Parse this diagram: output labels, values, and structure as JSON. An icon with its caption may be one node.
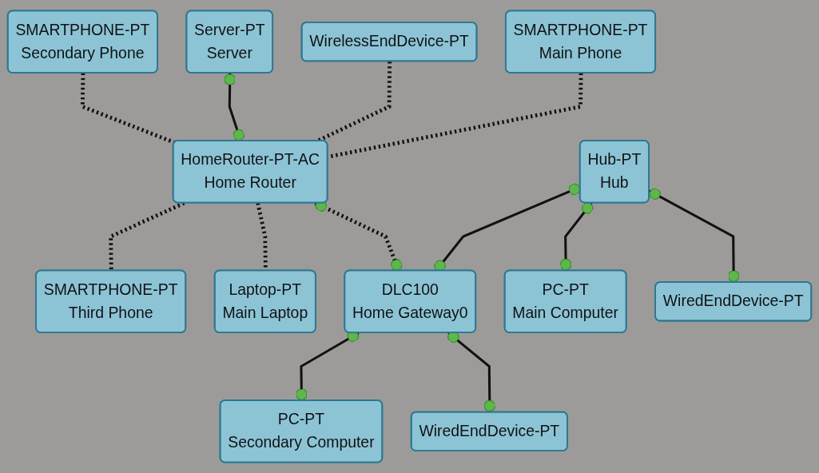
{
  "diagram": {
    "nodes": [
      {
        "text": [
          "SMARTPHONE-PT",
          "Secondary Phone"
        ]
      },
      {
        "text": [
          "Server-PT",
          "Server"
        ]
      },
      {
        "text": [
          "WirelessEndDevice-PT"
        ]
      },
      {
        "text": [
          "SMARTPHONE-PT",
          "Main Phone"
        ]
      },
      {
        "text": [
          "HomeRouter-PT-AC",
          "Home Router"
        ]
      },
      {
        "text": [
          "Hub-PT",
          "Hub"
        ]
      },
      {
        "text": [
          "SMARTPHONE-PT",
          "Third Phone"
        ]
      },
      {
        "text": [
          "DLC100",
          "Home Gateway0"
        ]
      },
      {
        "text": [
          "PC-PT",
          "Main Computer"
        ]
      },
      {
        "text": [
          "Laptop-PT",
          "Main Laptop"
        ]
      },
      {
        "text": [
          "WiredEndDevice-PT"
        ]
      },
      {
        "text": [
          "WiredEndDevice-PT"
        ]
      },
      {
        "text": [
          "PC-PT",
          "Secondary Computer"
        ]
      }
    ],
    "edges": [
      {
        "from": 0,
        "to": 4,
        "arrow": "none",
        "style": "dashed"
      },
      {
        "from": 1,
        "to": 4,
        "arrow": "other"
      },
      {
        "from": 2,
        "to": 4,
        "arrow": "none",
        "style": "dashed"
      },
      {
        "from": 3,
        "to": 4,
        "arrow": "none",
        "style": "dashed"
      },
      {
        "from": 4,
        "to": 6,
        "arrow": "none",
        "style": "dashed"
      },
      {
        "from": 4,
        "to": 9,
        "arrow": "none",
        "style": "dashed"
      },
      {
        "from": 4,
        "to": 7,
        "arrow": "other",
        "style": "dashed"
      },
      {
        "from": 5,
        "to": 7,
        "arrow": "other"
      },
      {
        "from": 5,
        "to": 8,
        "arrow": "other"
      },
      {
        "from": 5,
        "to": 11,
        "arrow": "other"
      },
      {
        "from": 7,
        "to": 12,
        "arrow": "other"
      },
      {
        "from": 7,
        "to": 10,
        "arrow": "other"
      }
    ]
  }
}
